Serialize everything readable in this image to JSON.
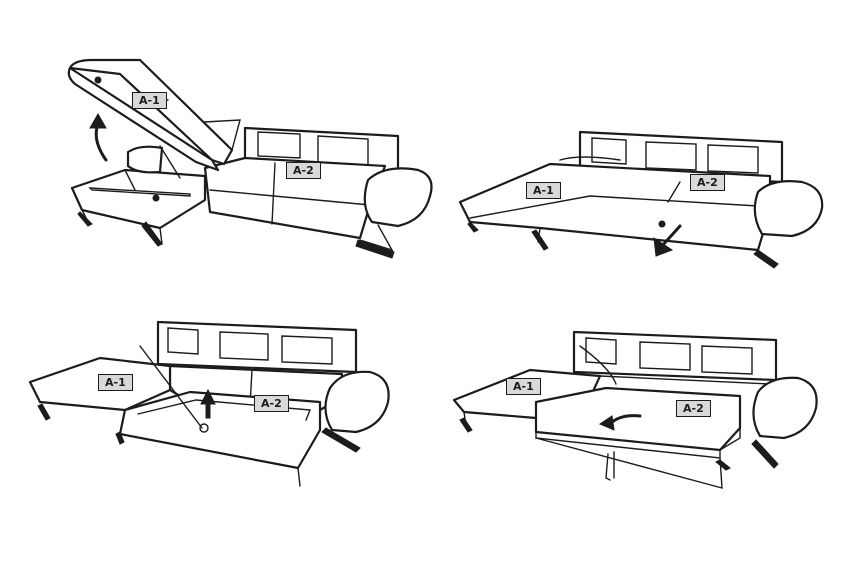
{
  "steps": [
    {
      "labels": [
        "A-1",
        "A-2"
      ]
    },
    {
      "labels": [
        "A-1",
        "A-2"
      ]
    },
    {
      "labels": [
        "A-1",
        "A-2"
      ]
    },
    {
      "labels": [
        "A-1",
        "A-2"
      ]
    }
  ],
  "icons": [
    "arrow-up-curved-icon",
    "arrow-down-left-icon",
    "arrow-up-icon",
    "arrow-curved-left-icon"
  ],
  "colors": {
    "line": "#1c1c1c",
    "label_fill": "#d9d9d9",
    "background": "#ffffff"
  }
}
